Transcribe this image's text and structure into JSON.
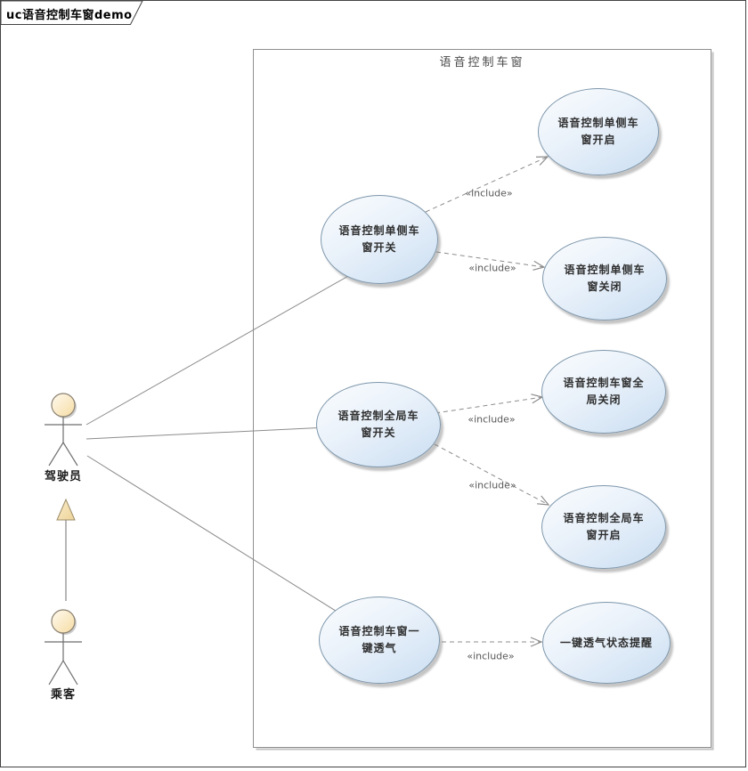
{
  "frame": {
    "tab_label": "uc语音控制车窗demo"
  },
  "boundary": {
    "title": "语音控制车窗"
  },
  "actors": {
    "driver": {
      "label": "驾驶员"
    },
    "passenger": {
      "label": "乘客"
    }
  },
  "use_cases": [
    {
      "id": "single-window-switch",
      "label": "语音控制单侧车窗开关",
      "lines": [
        "语音控制单侧车",
        "窗开关"
      ]
    },
    {
      "id": "single-window-open",
      "label": "语音控制单侧车窗开启",
      "lines": [
        "语音控制单侧车",
        "窗开启"
      ]
    },
    {
      "id": "single-window-close",
      "label": "语音控制单侧车窗关闭",
      "lines": [
        "语音控制单侧车",
        "窗关闭"
      ]
    },
    {
      "id": "global-window-switch",
      "label": "语音控制全局车窗开关",
      "lines": [
        "语音控制全局车",
        "窗开关"
      ]
    },
    {
      "id": "global-window-close",
      "label": "语音控制车窗全局关闭",
      "lines": [
        "语音控制车窗全",
        "局关闭"
      ]
    },
    {
      "id": "global-window-open",
      "label": "语音控制全局车窗开启",
      "lines": [
        "语音控制全局车",
        "窗开启"
      ]
    },
    {
      "id": "one-key-vent",
      "label": "语音控制车窗一键透气",
      "lines": [
        "语音控制车窗一",
        "键透气"
      ]
    },
    {
      "id": "vent-status-remind",
      "label": "一键透气状态提醒",
      "lines": [
        "一键透气状态提醒"
      ]
    }
  ],
  "relationships": {
    "includes": [
      {
        "from": "语音控制单侧车窗开关",
        "to": "语音控制单侧车窗开启",
        "label": "«include»"
      },
      {
        "from": "语音控制单侧车窗开关",
        "to": "语音控制单侧车窗关闭",
        "label": "«include»"
      },
      {
        "from": "语音控制全局车窗开关",
        "to": "语音控制车窗全局关闭",
        "label": "«include»"
      },
      {
        "from": "语音控制全局车窗开关",
        "to": "语音控制全局车窗开启",
        "label": "«include»"
      },
      {
        "from": "语音控制车窗一键透气",
        "to": "一键透气状态提醒",
        "label": "«include»"
      }
    ],
    "associations": [
      {
        "from": "驾驶员",
        "to": "语音控制单侧车窗开关"
      },
      {
        "from": "驾驶员",
        "to": "语音控制全局车窗开关"
      },
      {
        "from": "驾驶员",
        "to": "语音控制车窗一键透气"
      }
    ],
    "generalization": {
      "from": "乘客",
      "to": "驾驶员"
    }
  },
  "colors": {
    "usecase_fill_top": "#fbfdfe",
    "usecase_fill_bottom": "#cadef2",
    "usecase_border": "#7e97ac",
    "actor_fill_top": "#fff8e6",
    "actor_fill_bottom": "#f5dda6",
    "connector": "#8c8c8c",
    "frame_border": "#434343"
  }
}
